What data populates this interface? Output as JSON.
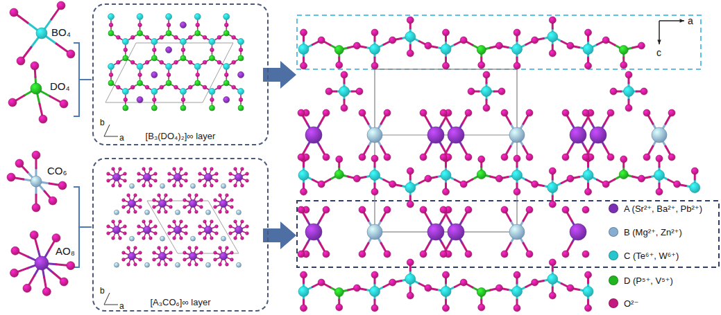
{
  "diagram": {
    "nodes": [
      {
        "text": [
          "[B₃(DO₄)₂]∞ layer"
        ]
      },
      {
        "text": [
          "[A₃CO₆]∞ layer"
        ]
      }
    ],
    "labels": [
      "BO₄",
      "DO₄",
      "CO₆",
      "AO₈",
      "b",
      "a",
      "b",
      "a",
      "a",
      "c"
    ],
    "legend": [
      {
        "text": "A (Sr²⁺, Ba²⁺, Pb²⁺)",
        "color": "#7b2fb3"
      },
      {
        "text": "B (Mg²⁺, Zn²⁺)",
        "color": "#86aed3"
      },
      {
        "text": "C (Te⁶⁺, W⁶⁺)",
        "color": "#26c6cc"
      },
      {
        "text": "D (P⁵⁺, V⁵⁺)",
        "color": "#22b522"
      },
      {
        "text": "O²⁻",
        "color": "#c4187f"
      }
    ]
  }
}
